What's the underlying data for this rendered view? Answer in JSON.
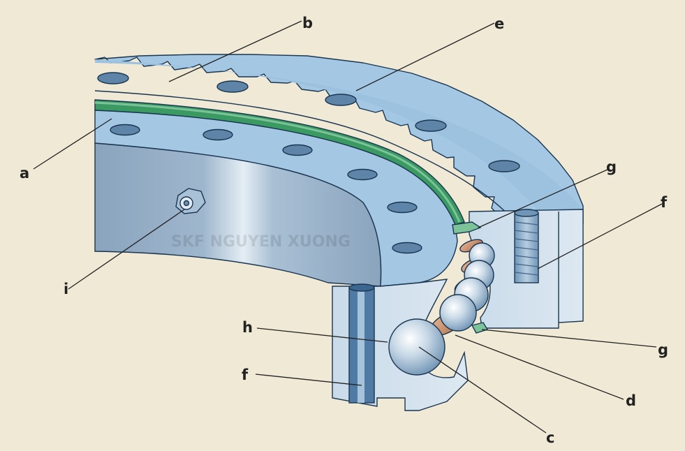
{
  "labels": {
    "a": "a",
    "b": "b",
    "c": "c",
    "d": "d",
    "e": "e",
    "f_top": "f",
    "f_bottom": "f",
    "g_top": "g",
    "g_bottom": "g",
    "h": "h",
    "i": "i"
  },
  "watermark": "SKF NGUYEN XUONG",
  "colors": {
    "background": "#efe9d6",
    "ring": "#a4c8e4",
    "ring_dark": "#7fa9cc",
    "outline": "#1a3550",
    "seal": "#3a9a62",
    "seal_light": "#7cc39a",
    "spacer": "#c68a66",
    "ball": "#dfe9f1",
    "inner_bore": "#8ba6c0"
  }
}
